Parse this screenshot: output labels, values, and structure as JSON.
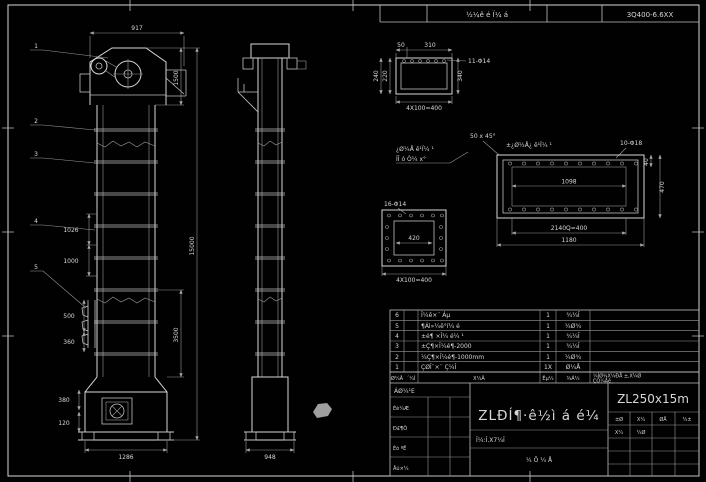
{
  "d": {
    "top": {
      "center": "½¼ê é Ï¼ á",
      "right": "3Q400-6.6XX"
    },
    "fv": {
      "b1": "1",
      "b2": "2",
      "b3": "3",
      "b4": "4",
      "b5": "5",
      "w917": "917",
      "h15000": "15000",
      "h1500": "1500",
      "h3500": "3500",
      "p1026": "1026",
      "p1000": "1000",
      "p500": "500",
      "p360": "360",
      "p380": "380",
      "p120": "120",
      "w1286": "1286"
    },
    "sv": {
      "w948": "948"
    },
    "dc": {
      "d50": "50",
      "d310": "310",
      "holes": "11-Φ14",
      "l220": "220",
      "l240": "240",
      "r340": "340",
      "b400": "4X100=400",
      "n1": "¿Ø¼Å ê¹Ï¼ ¹",
      "n2": "ÏÎ ó Ò¼ x°"
    },
    "ch": {
      "note": "50 x 45°"
    },
    "dp": {
      "note": "±¿Ø½Å¿ ê¹Ï¼ ¹",
      "holes": "10-Φ18",
      "c1098": "1098",
      "b1": "2140Q=400",
      "b2": "1180",
      "r470": "470",
      "r40": "40"
    },
    "df": {
      "holes": "16-Φ14",
      "i420": "420",
      "b400": "4X100=400"
    },
    "bom": {
      "h": [
        "Ø¼Â",
        "´¼Ì",
        "X¼Â",
        "Êµ¼",
        "¾Á¼"
      ],
      "note1": "¼ÌØ¾X¼ÐÅ ±,X¼Ø",
      "note2": "ÇÕ¼Åê¸",
      "rows": [
        {
          "no": "6",
          "name": "Î¼ê×¨ Áµ",
          "qty": "1",
          "mat": "¾¼Î"
        },
        {
          "no": "5",
          "name": "¶Áì»¼ê°í¼ é",
          "qty": "1",
          "mat": "¼Ø¾"
        },
        {
          "no": "4",
          "name": "±é¶ ×Î¼ é¼ ¹",
          "qty": "1",
          "mat": "¾¼Î"
        },
        {
          "no": "3",
          "name": "±Ç¶×Î¼é¶-2000",
          "qty": "1",
          "mat": "¾¼Î"
        },
        {
          "no": "2",
          "name": "¼Ç¶×Î¼é¶-1000mm",
          "qty": "1",
          "mat": "¼Ø¾"
        },
        {
          "no": "1",
          "name": "ÇØÎ¨×¨ Ç¼Î",
          "qty": "1X",
          "mat": "Ø¼Å"
        }
      ]
    },
    "tb": {
      "lbl": "ÁØ¼¹E",
      "title": "ZLÐÍ¶·ê½ì á é¼",
      "model": "ZL250x15m",
      "sub": "Î¼:Î.X7¼Î",
      "sheet": "¼ Õ ¼ Å",
      "s1": "Éè¼Æ",
      "s2": "Ð£¶Ô",
      "s3": "Éó ºË",
      "s4": "Åú×¼",
      "g1": "±Ø",
      "g2": "X¼",
      "g3": "ØÅ",
      "g4": "¼±",
      "g5": "X¼",
      "g6": "¼Ø"
    }
  }
}
